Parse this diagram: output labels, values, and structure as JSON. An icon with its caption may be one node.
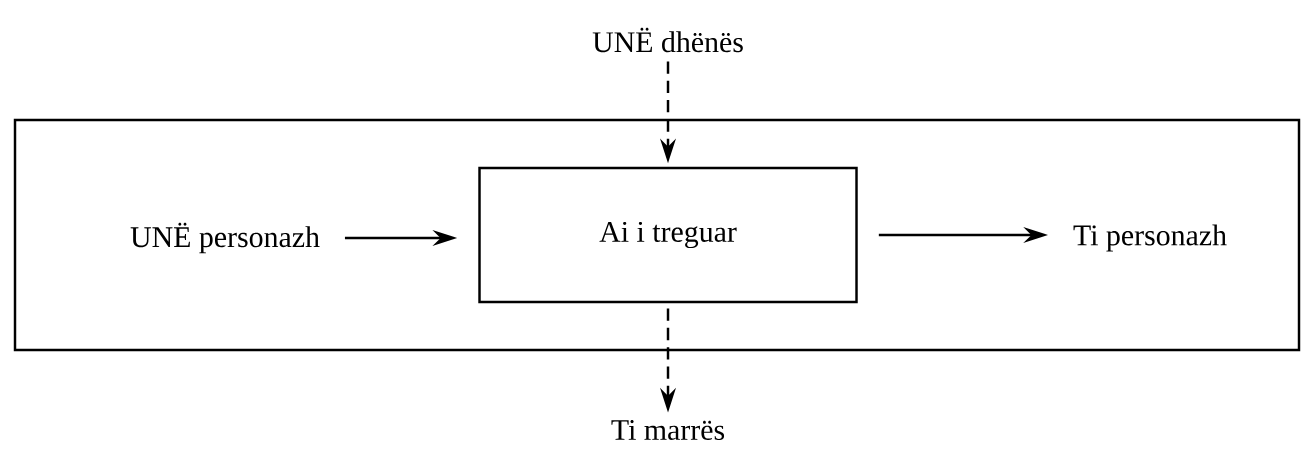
{
  "diagram": {
    "nodes": [
      {
        "text": [],
        "shape": "box"
      },
      {
        "text": [
          "UNË dhënës"
        ]
      },
      {
        "text": [
          "Ai i treguar"
        ],
        "in": 0
      },
      {
        "text": [
          "UNË personazh"
        ],
        "in": 0
      },
      {
        "text": [
          "Ti personazh"
        ],
        "in": 0
      },
      {
        "text": [
          "Ti marrës"
        ]
      }
    ],
    "edges": [
      {
        "from": 1,
        "to": 2,
        "arrow": "to",
        "style": "dashed"
      },
      {
        "from": 3,
        "to": 2,
        "arrow": "to"
      },
      {
        "from": 2,
        "to": 4,
        "arrow": "to"
      },
      {
        "from": 2,
        "to": 5,
        "arrow": "to",
        "style": "dashed"
      }
    ]
  }
}
